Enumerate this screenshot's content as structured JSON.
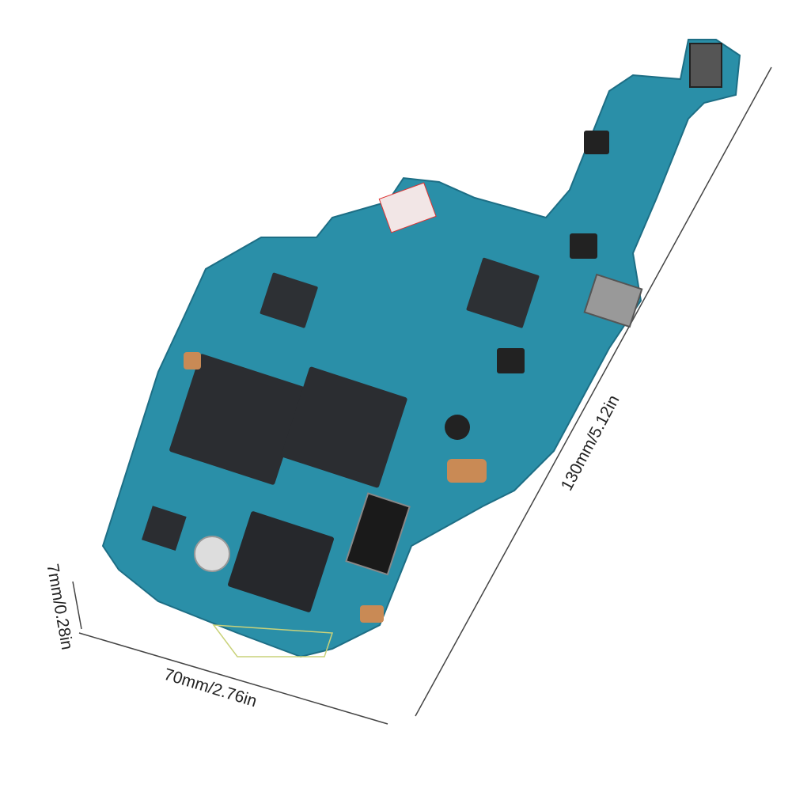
{
  "dimensions": {
    "length": "130mm/5.12in",
    "width": "70mm/2.76in",
    "thickness": "7mm/0.28in"
  },
  "colors": {
    "pcb": "#2a8fa8",
    "pcb_dark": "#1f6f86",
    "chip": "#2b2d31",
    "pad": "#c98a55",
    "line": "#444444"
  }
}
